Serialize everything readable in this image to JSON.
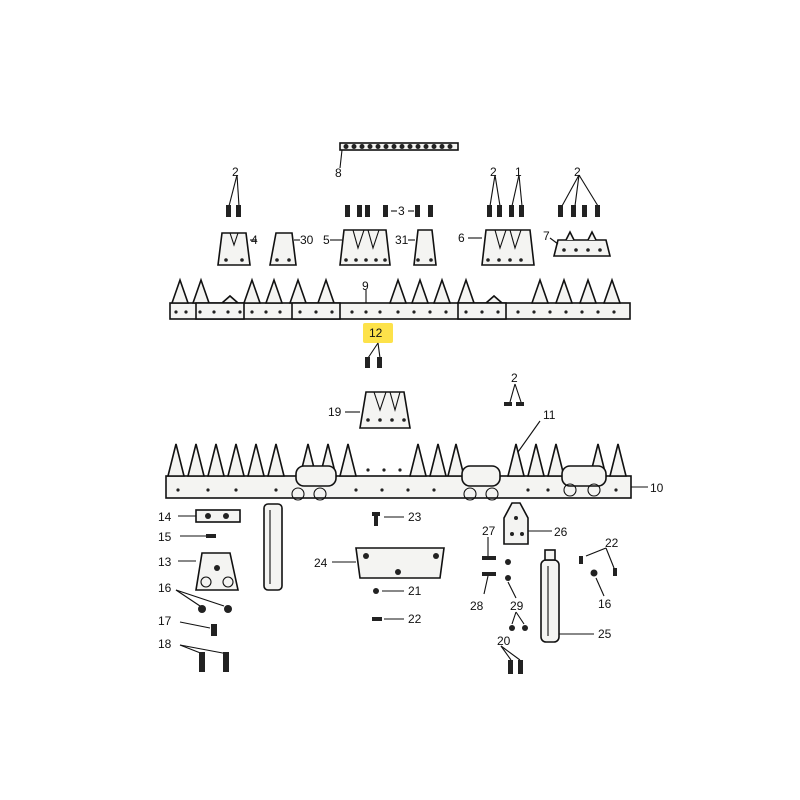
{
  "diagram": {
    "labels": {
      "l1": "1",
      "l2a": "2",
      "l2b": "2",
      "l2c": "2",
      "l2d": "2",
      "l3": "3",
      "l4": "4",
      "l5": "5",
      "l6": "6",
      "l7": "7",
      "l8": "8",
      "l9": "9",
      "l10": "10",
      "l11": "11",
      "l12": "12",
      "l13": "13",
      "l14": "14",
      "l15": "15",
      "l16a": "16",
      "l16b": "16",
      "l17": "17",
      "l18": "18",
      "l19": "19",
      "l20": "20",
      "l21": "21",
      "l22a": "22",
      "l22b": "22",
      "l23": "23",
      "l24": "24",
      "l25": "25",
      "l26": "26",
      "l27": "27",
      "l28": "28",
      "l29": "29",
      "l30": "30",
      "l31": "31"
    },
    "highlight_color": "#fde24a"
  }
}
